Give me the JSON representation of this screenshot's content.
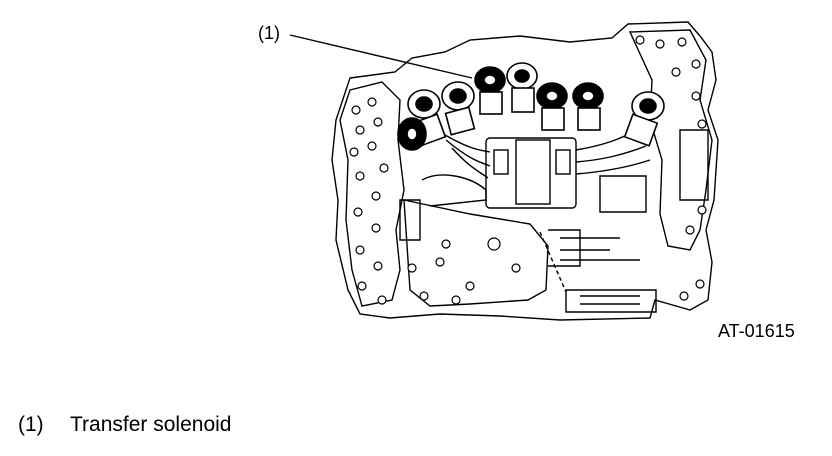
{
  "figure": {
    "callout": "(1)",
    "code": "AT-01615"
  },
  "legend": {
    "items": [
      {
        "number": "(1)",
        "text": "Transfer solenoid"
      }
    ]
  }
}
